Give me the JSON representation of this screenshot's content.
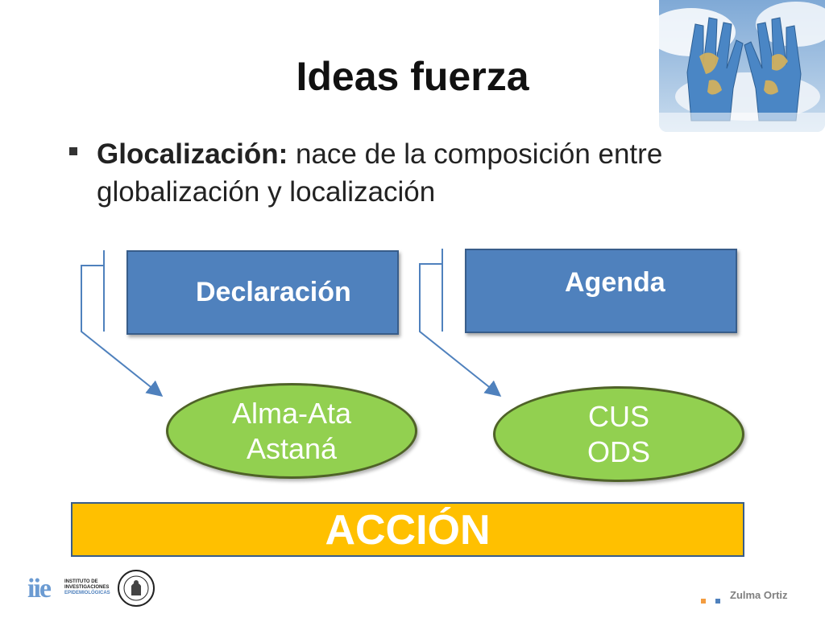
{
  "slide": {
    "title": "Ideas fuerza",
    "bullet": {
      "term": "Glocalización:",
      "text": " nace de la composición entre globalización y localización"
    },
    "diagram": {
      "left_box": "Declaración",
      "right_box": "Agenda",
      "left_oval": [
        "Alma-Ata",
        "Astaná"
      ],
      "right_oval": [
        "CUS",
        "ODS"
      ],
      "bottom_bar": "ACCIÓN"
    },
    "footer": {
      "logo_letters": "iie",
      "logo_lines": [
        "INSTITUTO DE",
        "INVESTIGACIONES",
        "EPIDEMIOLÓGICAS"
      ],
      "author": "Zulma Ortiz"
    },
    "colors": {
      "box_blue": "#4f81bd",
      "oval_green": "#92d050",
      "bar_yellow": "#ffc000"
    },
    "icons": [
      "bullet-square-icon",
      "world-hands-photo",
      "university-seal-icon"
    ]
  }
}
